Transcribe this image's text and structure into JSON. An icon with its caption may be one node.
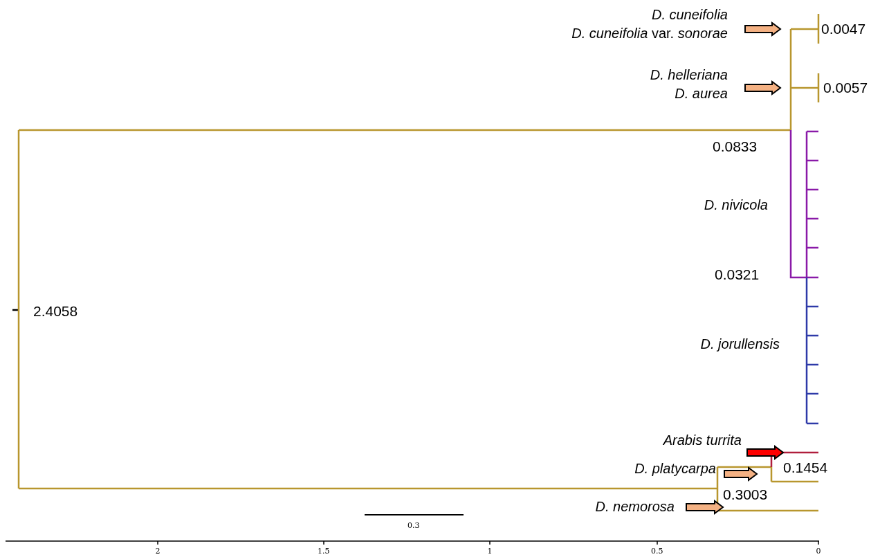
{
  "diagram": {
    "nodes": [
      {
        "text": [
          "D. cuneifolia",
          "*D. cuneifolia* var. *sonorae*"
        ]
      },
      {
        "text": [
          "D. helleriana",
          "D. aurea"
        ]
      },
      {
        "text": [
          "D. nivicola"
        ]
      },
      {
        "text": [
          "D. jorullensis"
        ]
      },
      {
        "text": [
          "Arabis turrita"
        ]
      },
      {
        "text": [
          "D. platycarpa"
        ]
      },
      {
        "text": [
          "D. nemorosa"
        ]
      }
    ],
    "edges": [
      {
        "from": 0,
        "to": null,
        "arrow": "to"
      },
      {
        "from": 1,
        "to": null,
        "arrow": "to"
      },
      {
        "from": 4,
        "to": null,
        "arrow": "to",
        "color": "#ff0000"
      },
      {
        "from": 5,
        "to": null,
        "arrow": "to"
      },
      {
        "from": 6,
        "to": null,
        "arrow": "to"
      }
    ],
    "labels": [
      "0.0047",
      "0.0057",
      "0.0833",
      "0.0321",
      "2.4058",
      "0.1454",
      "0.3003",
      "0.3",
      "2",
      "1.5",
      "1",
      "0.5",
      "0"
    ]
  }
}
